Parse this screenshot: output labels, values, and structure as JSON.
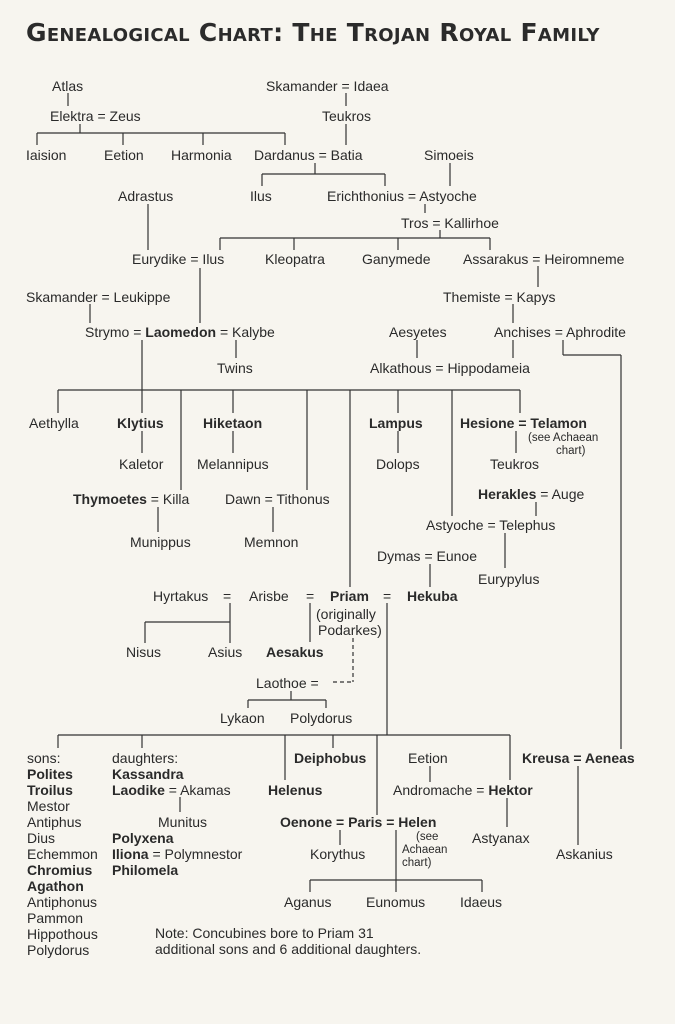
{
  "title": "Genealogical Chart: The Trojan Royal Family",
  "names": {
    "atlas": "Atlas",
    "elektra_zeus": "Elektra = Zeus",
    "skamander_idaea": "Skamander = Idaea",
    "teukros_top": "Teukros",
    "iaision": "Iaision",
    "eetion_top": "Eetion",
    "harmonia": "Harmonia",
    "dardanus_batia": "Dardanus = Batia",
    "simoeis": "Simoeis",
    "adrastus": "Adrastus",
    "ilus_top": "Ilus",
    "erichthonius_astyoche": "Erichthonius = Astyoche",
    "tros_kallirhoe": "Tros = Kallirhoe",
    "eurydike_ilus": "Eurydike = Ilus",
    "kleopatra": "Kleopatra",
    "ganymede": "Ganymede",
    "assarakus_heiromneme": "Assarakus = Heiromneme",
    "skamander_leukippe": "Skamander = Leukippe",
    "themiste_kapys": "Themiste = Kapys",
    "strymo": "Strymo = ",
    "laomedon": "Laomedon",
    "kalybe": " = Kalybe",
    "aesyetes": "Aesyetes",
    "anchises_aphrodite": "Anchises = Aphrodite",
    "twins": "Twins",
    "alkathous_hippodameia": "Alkathous = Hippodameia",
    "aethylla": "Aethylla",
    "klytius": "Klytius",
    "hiketaon": "Hiketaon",
    "lampus": "Lampus",
    "hesione_telamon": "Hesione = Telamon",
    "see_achaean_1a": "(see Achaean",
    "see_achaean_1b": "chart)",
    "kaletor": "Kaletor",
    "melannipus": "Melannipus",
    "dolops": "Dolops",
    "teukros_low": "Teukros",
    "thymoetes": "Thymoetes",
    "killa": " = Killa",
    "dawn_tithonus": "Dawn = Tithonus",
    "herakles": "Herakles",
    "auge": " = Auge",
    "astyoche_telephus": "Astyoche = Telephus",
    "munippus": "Munippus",
    "memnon": "Memnon",
    "dymas_eunoe": "Dymas = Eunoe",
    "eurypylus": "Eurypylus",
    "hyrtakus": "Hyrtakus",
    "eq1": "=",
    "arisbe": "Arisbe",
    "eq2": "=",
    "priam": "Priam",
    "eq3": "=",
    "hekuba": "Hekuba",
    "originally_a": "(originally",
    "originally_b": "Podarkes)",
    "nisus": "Nisus",
    "asius": "Asius",
    "aesakus": "Aesakus",
    "laothoe": "Laothoe =",
    "lykaon": "Lykaon",
    "polydorus_mid": "Polydorus",
    "sons_label": "sons:",
    "daughters_label": "daughters:",
    "sons": [
      {
        "name": "Polites",
        "bold": true
      },
      {
        "name": "Troilus",
        "bold": true
      },
      {
        "name": "Mestor",
        "bold": false
      },
      {
        "name": "Antiphus",
        "bold": false
      },
      {
        "name": "Dius",
        "bold": false
      },
      {
        "name": "Echemmon",
        "bold": false
      },
      {
        "name": "Chromius",
        "bold": true
      },
      {
        "name": "Agathon",
        "bold": true
      },
      {
        "name": "Antiphonus",
        "bold": false
      },
      {
        "name": "Pammon",
        "bold": false
      },
      {
        "name": "Hippothous",
        "bold": false
      },
      {
        "name": "Polydorus",
        "bold": false
      }
    ],
    "kassandra": "Kassandra",
    "laodike": "Laodike",
    "akamas": " = Akamas",
    "munitus": "Munitus",
    "polyxena": "Polyxena",
    "iliona": "Iliona",
    "polymnestor": " = Polymnestor",
    "philomela": "Philomela",
    "deiphobus": "Deiphobus",
    "helenus": "Helenus",
    "eetion_low": "Eetion",
    "andromache": "Andromache = ",
    "hektor": "Hektor",
    "kreusa_aeneas": "Kreusa = Aeneas",
    "oenone_paris_helen": "Oenone = Paris = Helen",
    "see_achaean_2a": "(see",
    "see_achaean_2b": "Achaean",
    "see_achaean_2c": "chart)",
    "korythus": "Korythus",
    "astyanax": "Astyanax",
    "askanius": "Askanius",
    "aganus": "Aganus",
    "eunomus": "Eunomus",
    "idaeus": "Idaeus",
    "note_a": "Note: Concubines bore to Priam 31",
    "note_b": "additional sons and 6 additional daughters."
  }
}
